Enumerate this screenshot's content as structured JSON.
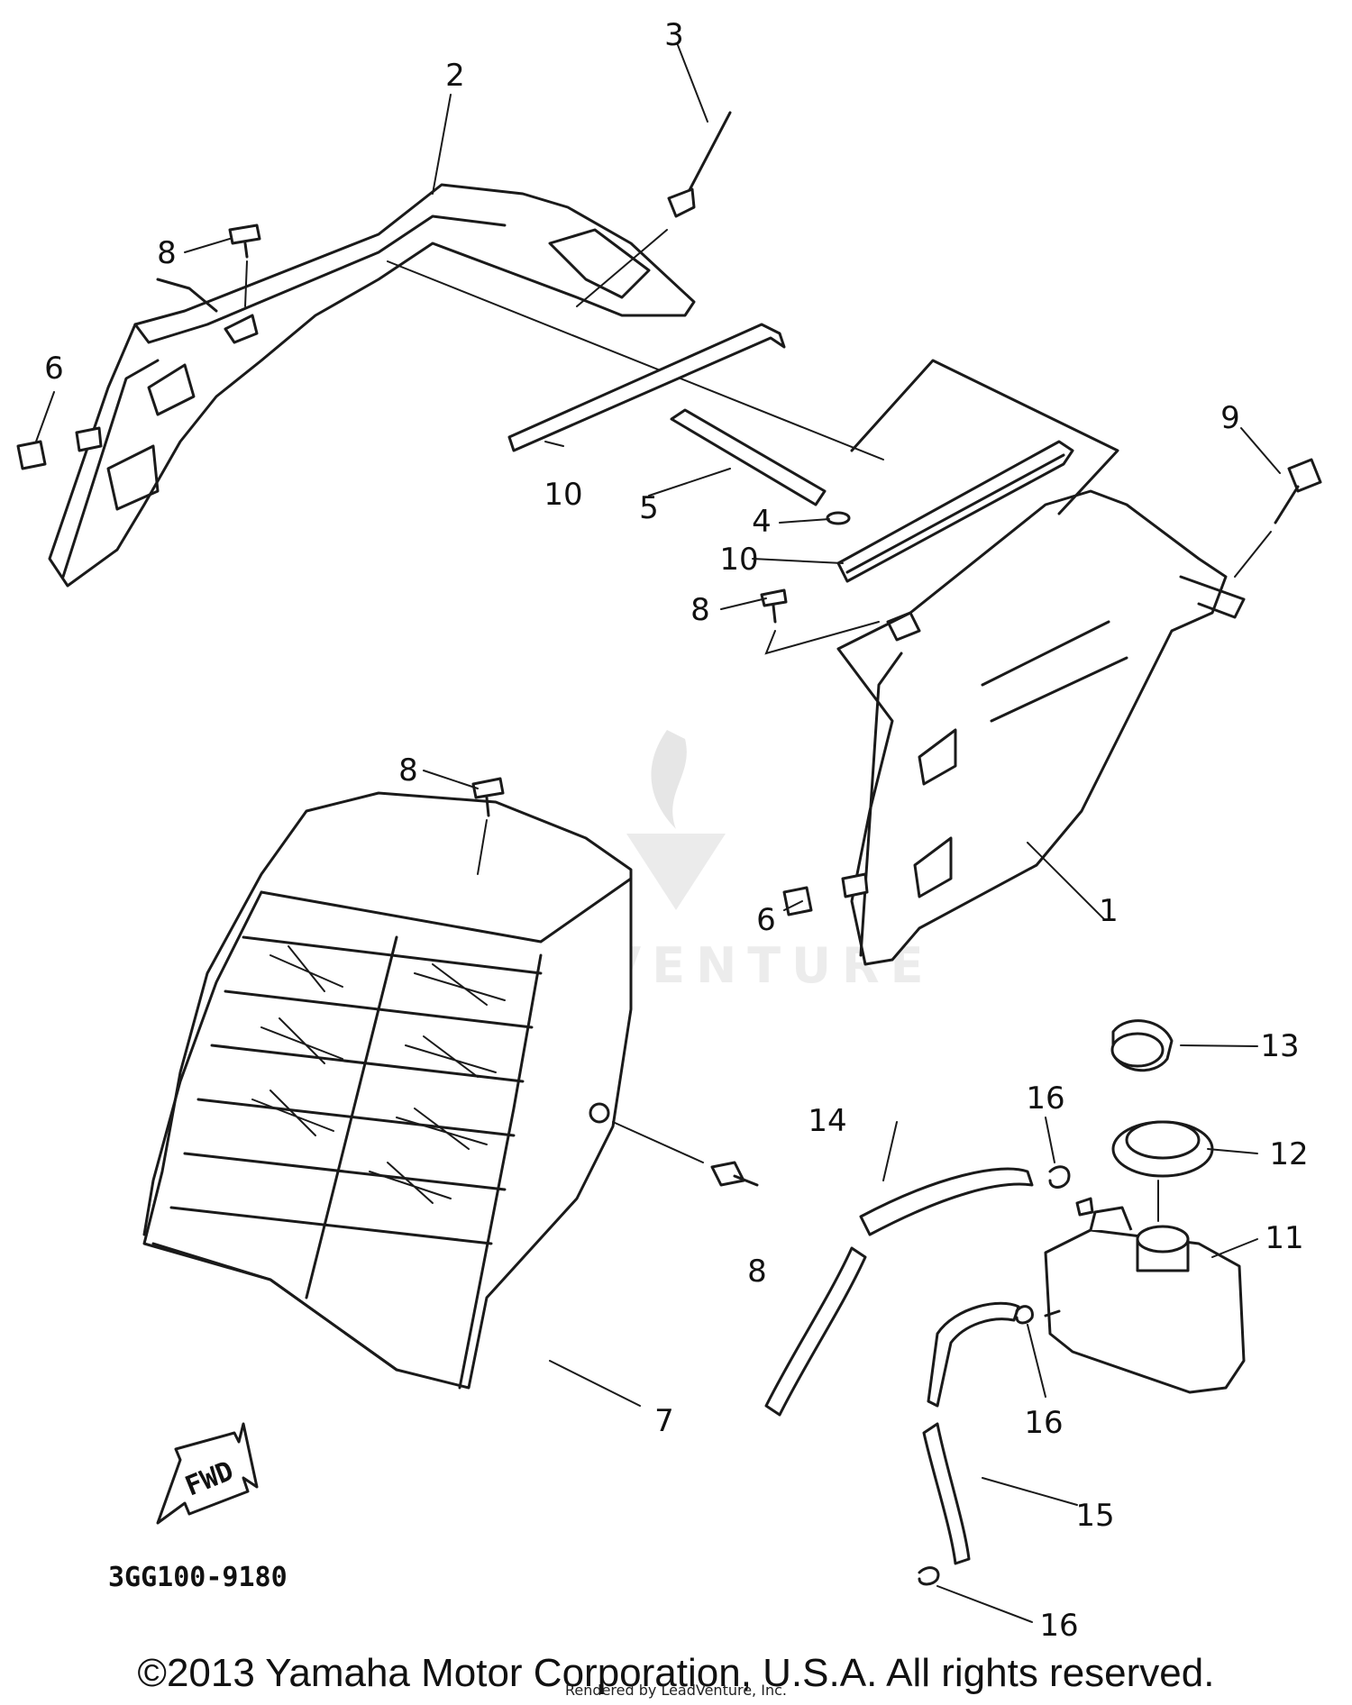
{
  "diagram_code": "3GG100-9180",
  "fwd_label": "FWD",
  "copyright": "©2013 Yamaha Motor Corporation, U.S.A. All rights reserved.",
  "render_note": "Rendered by LeadVenture, Inc.",
  "watermark_text": "LEADVENTURE",
  "callouts": [
    "1",
    "2",
    "3",
    "4",
    "5",
    "6",
    "6",
    "7",
    "8",
    "8",
    "8",
    "8",
    "9",
    "10",
    "10",
    "11",
    "12",
    "13",
    "14",
    "15",
    "16",
    "16",
    "16"
  ],
  "colors": {
    "ink": "#1a1a1a",
    "watermark": "#e6e6e6"
  }
}
